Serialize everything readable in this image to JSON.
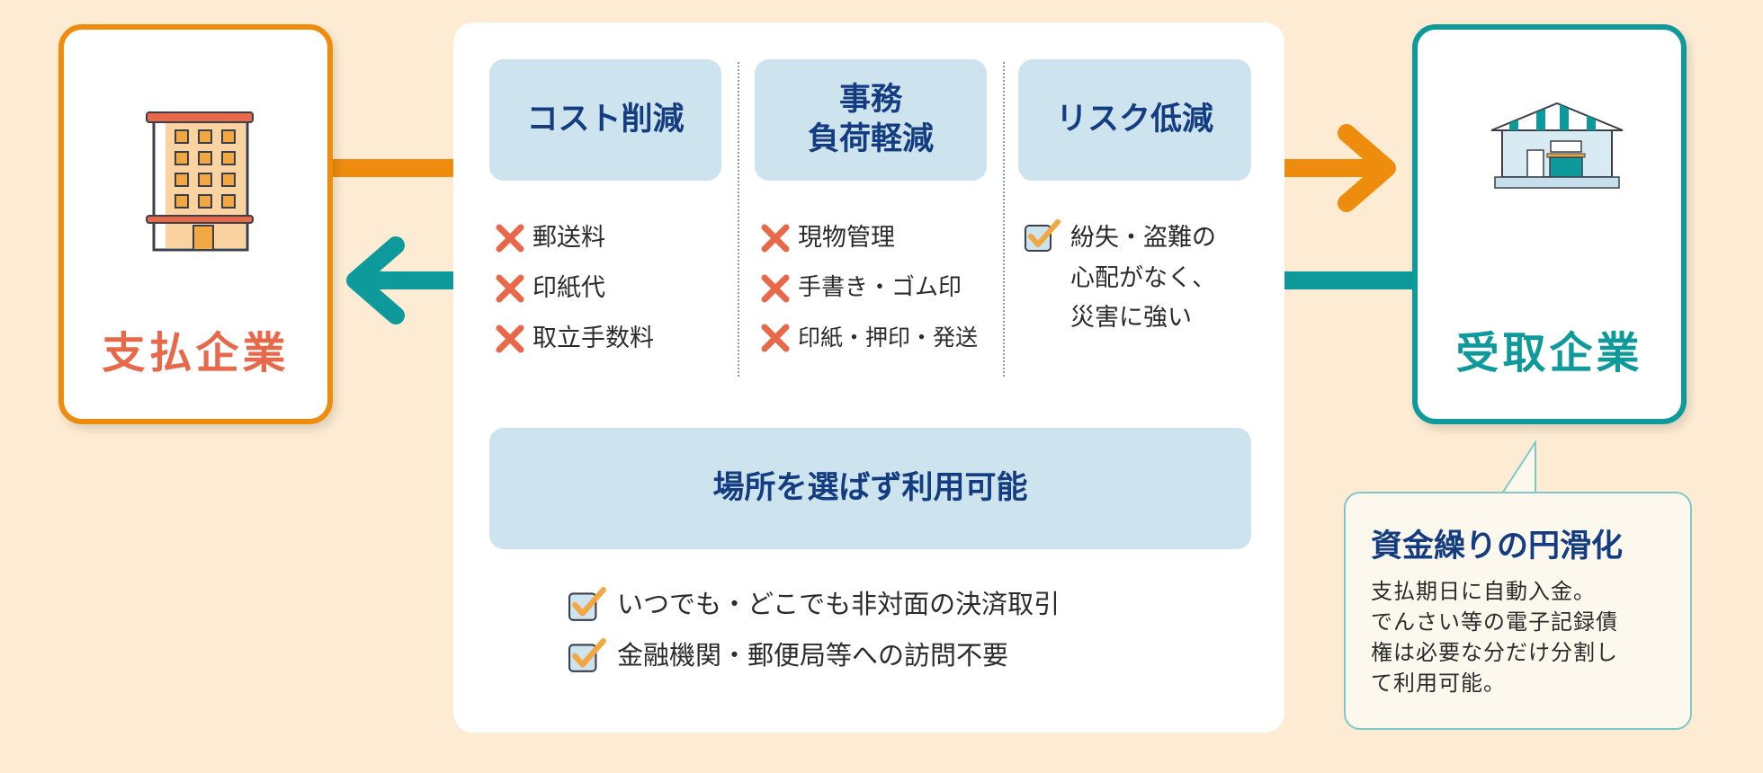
{
  "payer": {
    "label": "支払企業",
    "icon": "office-building-icon"
  },
  "receiver": {
    "label": "受取企業",
    "icon": "storefront-icon"
  },
  "columns": [
    {
      "title": "コスト削減",
      "items": [
        {
          "mark": "cross",
          "text": "郵送料"
        },
        {
          "mark": "cross",
          "text": "印紙代"
        },
        {
          "mark": "cross",
          "text": "取立手数料"
        }
      ]
    },
    {
      "title": "事務\n負荷軽減",
      "title_lines": [
        "事務",
        "負荷軽減"
      ],
      "items": [
        {
          "mark": "cross",
          "text": "現物管理"
        },
        {
          "mark": "cross",
          "text": "手書き・ゴム印"
        },
        {
          "mark": "cross",
          "text": "印紙・押印・発送"
        }
      ]
    },
    {
      "title": "リスク低減",
      "items": [
        {
          "mark": "check",
          "lines": [
            "紛失・盗難の",
            "心配がなく、",
            "災害に強い"
          ]
        }
      ]
    }
  ],
  "banner": {
    "title": "場所を選ばず利用可能",
    "items": [
      "いつでも・どこでも非対面の決済取引",
      "金融機関・郵便局等への訪問不要"
    ]
  },
  "callout": {
    "title": "資金繰りの円滑化",
    "lines": [
      "支払期日に自動入金。",
      "でんさい等の電子記録債",
      "権は必要な分だけ分割し",
      "て利用可能。"
    ]
  },
  "colors": {
    "orange": "#ee8c0e",
    "teal": "#0e9a9a",
    "navy": "#133d80",
    "cross": "#e8694a",
    "header_bg": "#cde3ee",
    "background": "#fdecd3"
  }
}
